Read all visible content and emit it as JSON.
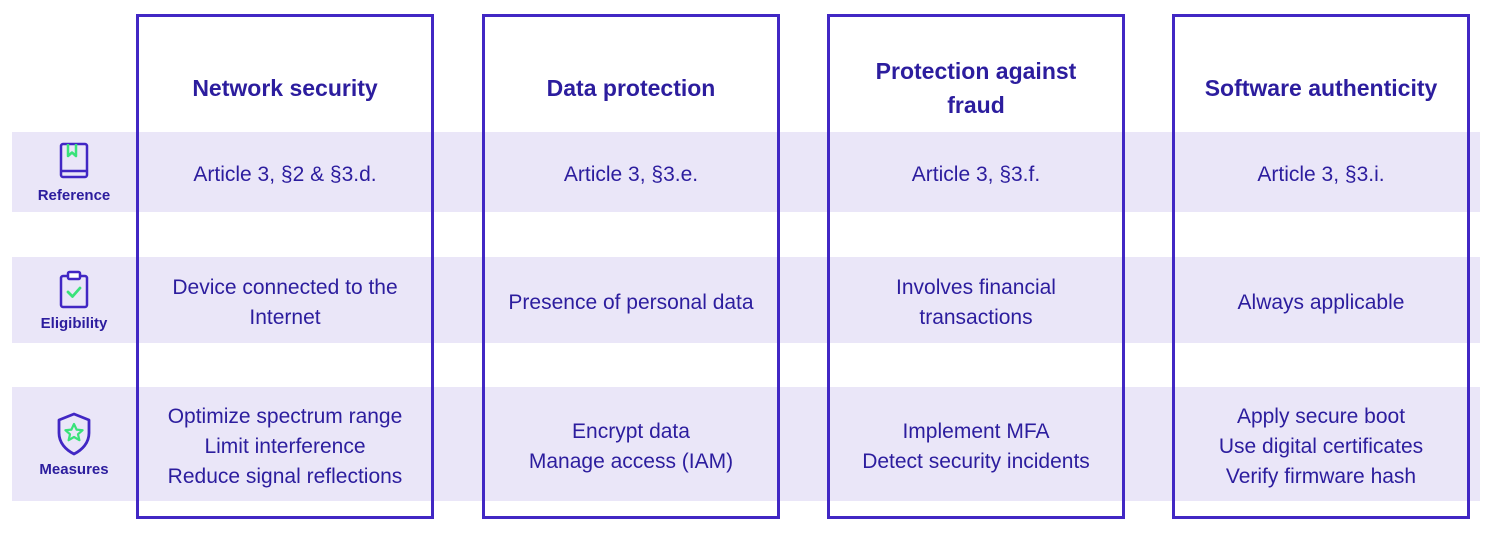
{
  "colors": {
    "border": "#4127c4",
    "band": "#eae6f8",
    "text": "#2c1d9e",
    "accent": "#39e27a"
  },
  "rows": [
    {
      "key": "reference",
      "label": "Reference",
      "icon": "book-bookmark-icon"
    },
    {
      "key": "eligibility",
      "label": "Eligibility",
      "icon": "clipboard-check-icon"
    },
    {
      "key": "measures",
      "label": "Measures",
      "icon": "shield-star-icon"
    }
  ],
  "columns": [
    {
      "header": "Network security",
      "reference": "Article 3, §2 & §3.d.",
      "eligibility": [
        "Device connected to the",
        "Internet"
      ],
      "measures": [
        "Optimize spectrum range",
        "Limit interference",
        "Reduce signal reflections"
      ]
    },
    {
      "header": "Data protection",
      "reference": "Article 3, §3.e.",
      "eligibility": [
        "Presence of personal data"
      ],
      "measures": [
        "Encrypt data",
        "Manage access (IAM)"
      ]
    },
    {
      "header": "Protection against fraud",
      "reference": "Article 3, §3.f.",
      "eligibility": [
        "Involves financial",
        "transactions"
      ],
      "measures": [
        "Implement MFA",
        "Detect security incidents"
      ]
    },
    {
      "header": "Software authenticity",
      "reference": "Article 3, §3.i.",
      "eligibility": [
        "Always applicable"
      ],
      "measures": [
        "Apply secure boot",
        "Use digital certificates",
        "Verify firmware hash"
      ]
    }
  ]
}
